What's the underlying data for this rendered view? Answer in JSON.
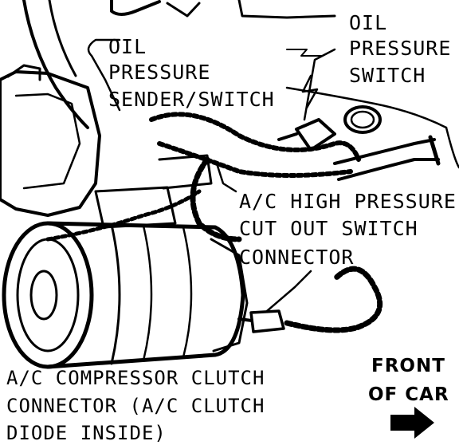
{
  "labels": {
    "oil_sender": [
      "OIL",
      "PRESSURE",
      "SENDER/SWITCH"
    ],
    "oil_switch": [
      "OIL",
      "PRESSURE",
      "SWITCH"
    ],
    "ac_high_pressure": [
      "A/C HIGH PRESSURE",
      "CUT OUT SWITCH",
      "CONNECTOR"
    ],
    "ac_compressor": [
      "A/C COMPRESSOR CLUTCH",
      "CONNECTOR (A/C CLUTCH",
      "DIODE INSIDE)"
    ],
    "front_of_car": [
      "FRONT",
      "OF CAR"
    ]
  },
  "colors": {
    "ink": "#000000",
    "paper": "#ffffff"
  },
  "icons": {
    "front_arrow": "arrow-down-right-icon"
  }
}
